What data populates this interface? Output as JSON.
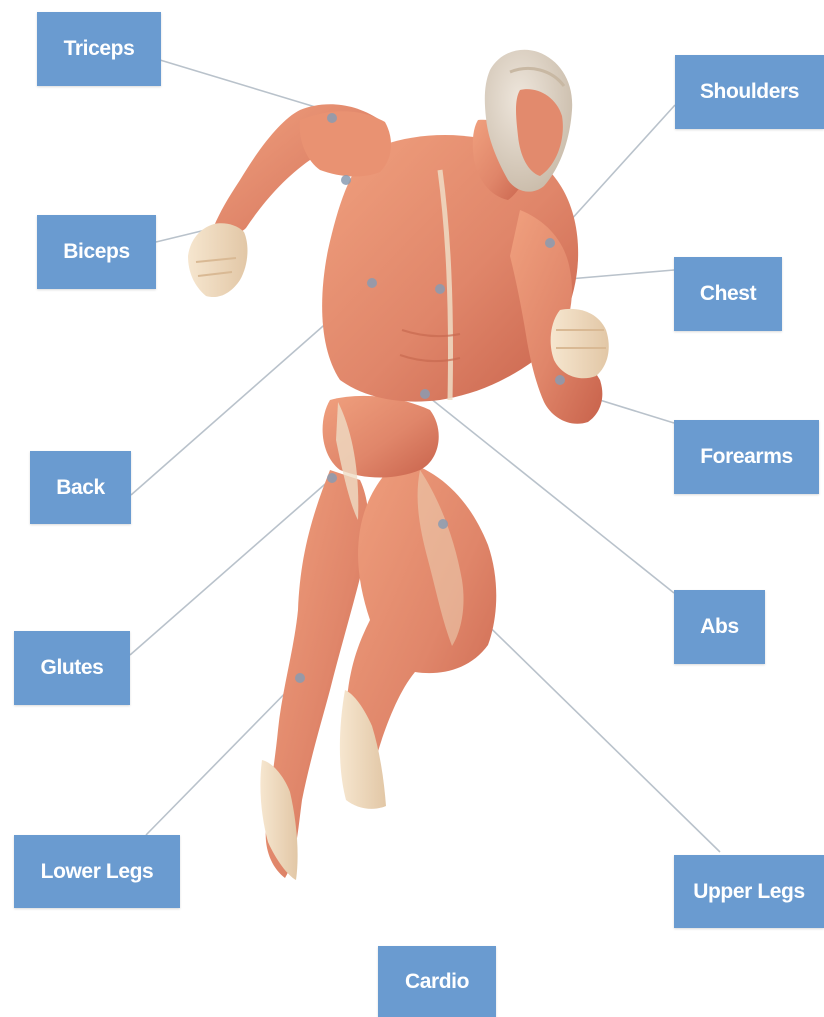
{
  "colors": {
    "label_background": "#6a9bd0",
    "label_text": "#ffffff",
    "leader_line": "#b9c2cb",
    "marker_dot": "#8a9bb2",
    "muscle": "#e0866a",
    "tendon": "#efdcc4",
    "skull": "#ddd3c6"
  },
  "icon": "human-muscle-anatomy-figure",
  "labels": {
    "triceps": "Triceps",
    "biceps": "Biceps",
    "back": "Back",
    "glutes": "Glutes",
    "lower_legs": "Lower Legs",
    "shoulders": "Shoulders",
    "chest": "Chest",
    "forearms": "Forearms",
    "abs": "Abs",
    "upper_legs": "Upper Legs",
    "cardio": "Cardio"
  }
}
